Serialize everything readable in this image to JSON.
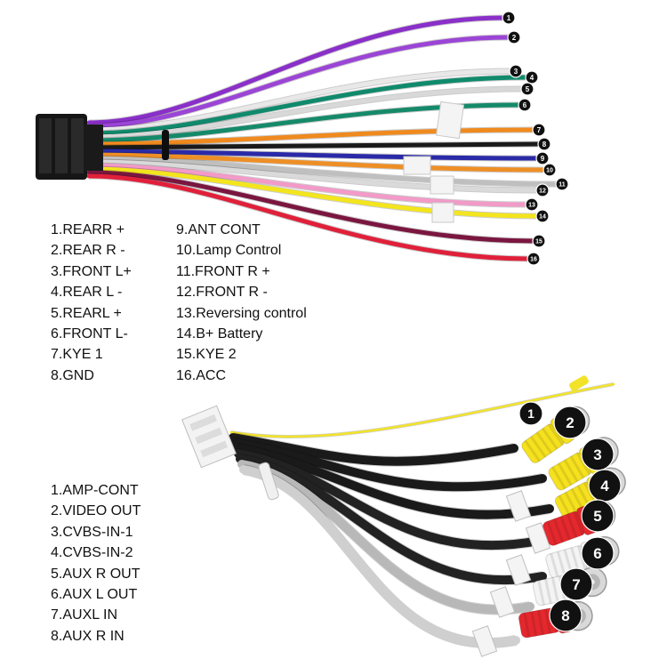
{
  "harness_a": {
    "legend_col1": [
      "1.REARR +",
      "2.REAR R -",
      "3.FRONT L+",
      "4.REAR L -",
      "5.REARL +",
      "6.FRONT L-",
      "7.KYE 1",
      "8.GND"
    ],
    "legend_col2": [
      "9.ANT CONT",
      "10.Lamp Control",
      "11.FRONT R +",
      "12.FRONT R -",
      "13.Reversing control",
      "14.B+ Battery",
      "15.KYE 2",
      "16.ACC"
    ],
    "wire_numbers": [
      "1",
      "2",
      "3",
      "4",
      "5",
      "6",
      "7",
      "8",
      "9",
      "10",
      "11",
      "12",
      "13",
      "14",
      "15",
      "16"
    ],
    "wire_colors": [
      "#8a2fc9",
      "#9b45d6",
      "#e8e8e8",
      "#0f8a6c",
      "#d8d8d8",
      "#158a6a",
      "#f08a1e",
      "#1a1a1a",
      "#2a2aa8",
      "#ee8f26",
      "#bfbfbf",
      "#dadada",
      "#f29ac8",
      "#f3e51e",
      "#7a1640",
      "#e0203a"
    ]
  },
  "harness_b": {
    "legend": [
      "1.AMP-CONT",
      "2.VIDEO OUT",
      "3.CVBS-IN-1",
      "4.CVBS-IN-2",
      "5.AUX R OUT",
      "6.AUX L OUT",
      "7.AUXL IN",
      "8.AUX R IN"
    ],
    "connector_numbers": [
      "1",
      "2",
      "3",
      "4",
      "5",
      "6",
      "7",
      "8"
    ],
    "connector_colors": [
      "#f2e32a",
      "#f5e11e",
      "#f5e11e",
      "#f5e11e",
      "#e4282e",
      "#f4f4f4",
      "#f4f4f4",
      "#e4282e"
    ]
  }
}
